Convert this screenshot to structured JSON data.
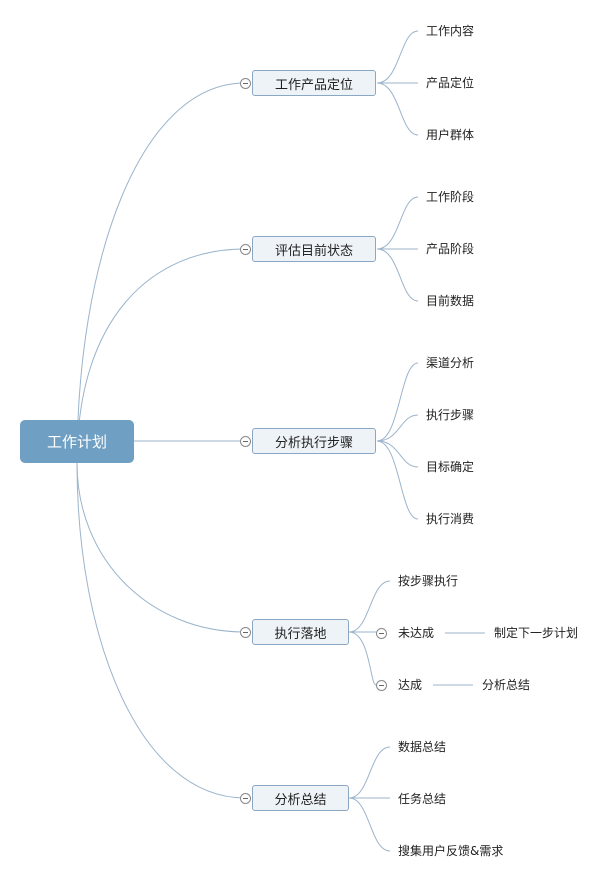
{
  "root": {
    "label": "工作计划"
  },
  "branches": [
    {
      "label": "工作产品定位",
      "children": [
        {
          "label": "工作内容"
        },
        {
          "label": "产品定位"
        },
        {
          "label": "用户群体"
        }
      ]
    },
    {
      "label": "评估目前状态",
      "children": [
        {
          "label": "工作阶段"
        },
        {
          "label": "产品阶段"
        },
        {
          "label": "目前数据"
        }
      ]
    },
    {
      "label": "分析执行步骤",
      "children": [
        {
          "label": "渠道分析"
        },
        {
          "label": "执行步骤"
        },
        {
          "label": "目标确定"
        },
        {
          "label": "执行消费"
        }
      ]
    },
    {
      "label": "执行落地",
      "children": [
        {
          "label": "按步骤执行"
        },
        {
          "label": "未达成",
          "child": "制定下一步计划"
        },
        {
          "label": "达成",
          "child": "分析总结"
        }
      ]
    },
    {
      "label": "分析总结",
      "children": [
        {
          "label": "数据总结"
        },
        {
          "label": "任务总结"
        },
        {
          "label": "搜集用户反馈&需求"
        }
      ]
    }
  ],
  "colors": {
    "root_bg": "#6f9fc2",
    "node_bg": "#eef3f8",
    "node_border": "#8aa8c4",
    "link": "#9bb4cc"
  }
}
